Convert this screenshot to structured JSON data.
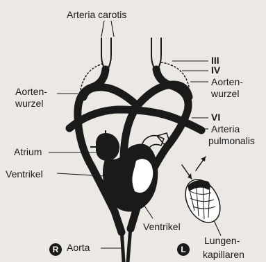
{
  "labels": {
    "arteria_carotis": "Arteria carotis",
    "arch_iii": "III",
    "arch_iv": "IV",
    "aortenwurzel_left_1": "Aorten-",
    "aortenwurzel_left_2": "wurzel",
    "aortenwurzel_right_1": "Aorten-",
    "aortenwurzel_right_2": "wurzel",
    "arch_vi": "VI",
    "arteria_pulmonalis_1": "Arteria",
    "arteria_pulmonalis_2": "pulmonalis",
    "atrium": "Atrium",
    "ventrikel_left": "Ventrikel",
    "ventrikel_bottom": "Ventrikel",
    "aorta": "Aorta",
    "lungenkapillaren_1": "Lungen-",
    "lungenkapillaren_2": "kapillaren"
  },
  "badges": {
    "right": "R",
    "left": "L"
  }
}
